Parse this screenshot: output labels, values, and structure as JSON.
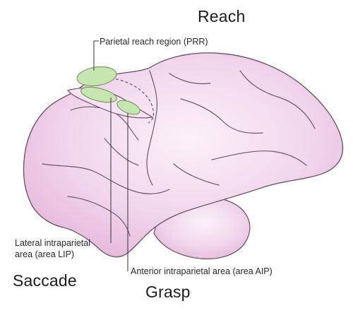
{
  "headings": {
    "reach": "Reach",
    "saccade": "Saccade",
    "grasp": "Grasp"
  },
  "regions": {
    "prr": "Parietal reach region (PRR)",
    "lip_line1": "Lateral intraparietal",
    "lip_line2": "area (area LIP)",
    "aip": "Anterior intraparietal area (area AIP)"
  },
  "colors": {
    "brain_fill": "#ecc3e2",
    "brain_outline": "#6e5a6a",
    "region_fill": "#c6e6b0",
    "region_outline": "#7d9a6a"
  }
}
